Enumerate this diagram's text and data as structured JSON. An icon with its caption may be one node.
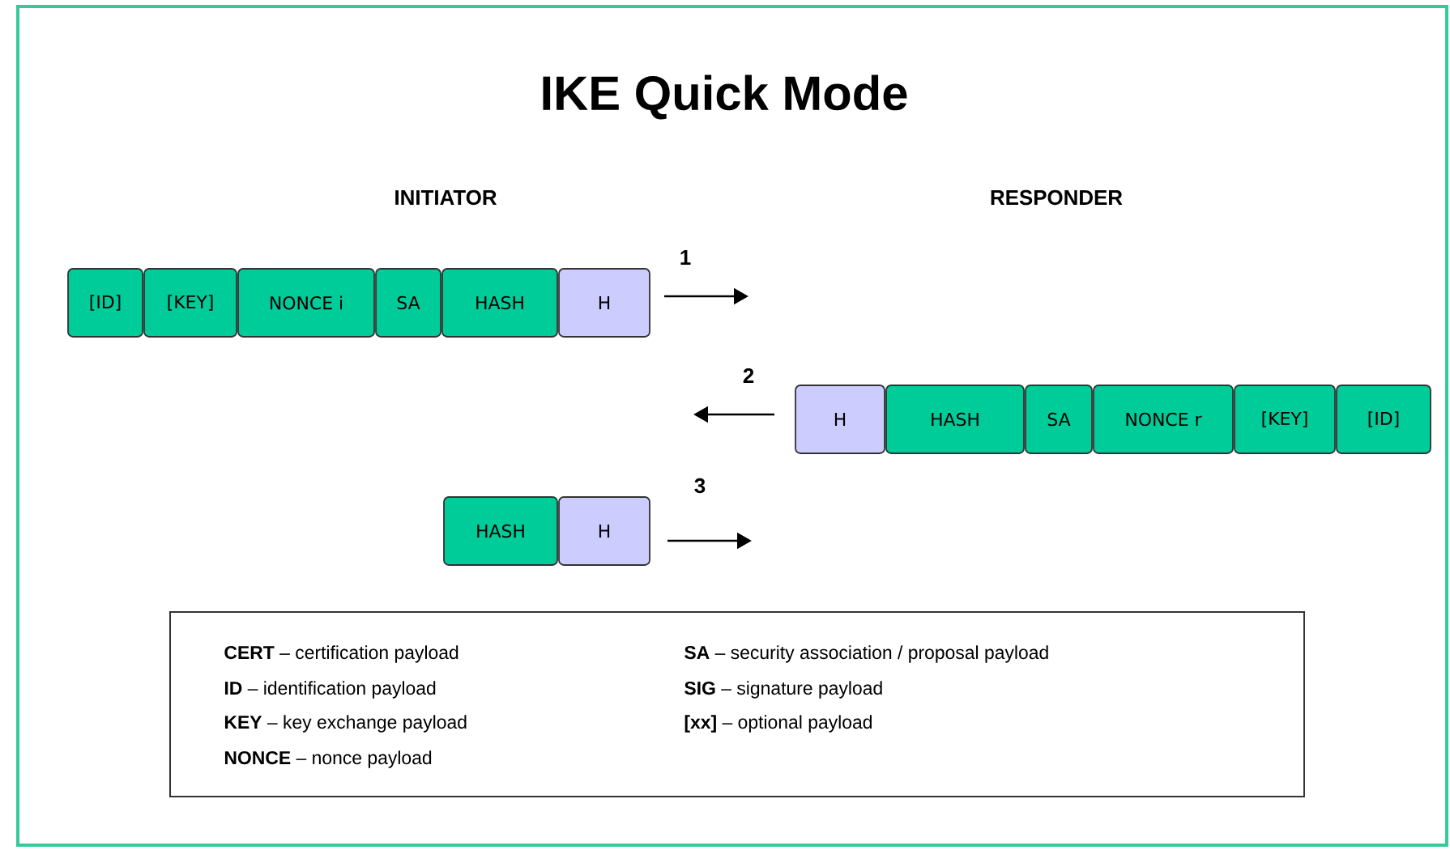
{
  "diagram": {
    "title": "IKE Quick Mode",
    "nodes": [
      {
        "text": [
          "[ID]"
        ]
      },
      {
        "text": [
          "[KEY]"
        ]
      },
      {
        "text": [
          "NONCE i"
        ]
      },
      {
        "text": [
          "SA"
        ]
      },
      {
        "text": [
          "HASH"
        ]
      },
      {
        "text": [
          "H"
        ]
      },
      {
        "text": [
          "H"
        ]
      },
      {
        "text": [
          "HASH"
        ]
      },
      {
        "text": [
          "SA"
        ]
      },
      {
        "text": [
          "NONCE r"
        ]
      },
      {
        "text": [
          "[KEY]"
        ]
      },
      {
        "text": [
          "[ID]"
        ]
      },
      {
        "text": [
          "HASH"
        ]
      },
      {
        "text": [
          "H"
        ]
      },
      {
        "text": [
          "**CERT** – certification payload",
          "**ID** – identification payload",
          "**KEY** – key exchange payload",
          "**NONCE** – nonce payload",
          "**SA** – security association / proposal payload",
          "**SIG** – signature payload",
          "**[xx]** – optional payload"
        ]
      }
    ],
    "labels": [
      "INITIATOR",
      "RESPONDER",
      "1",
      "2",
      "3"
    ]
  }
}
